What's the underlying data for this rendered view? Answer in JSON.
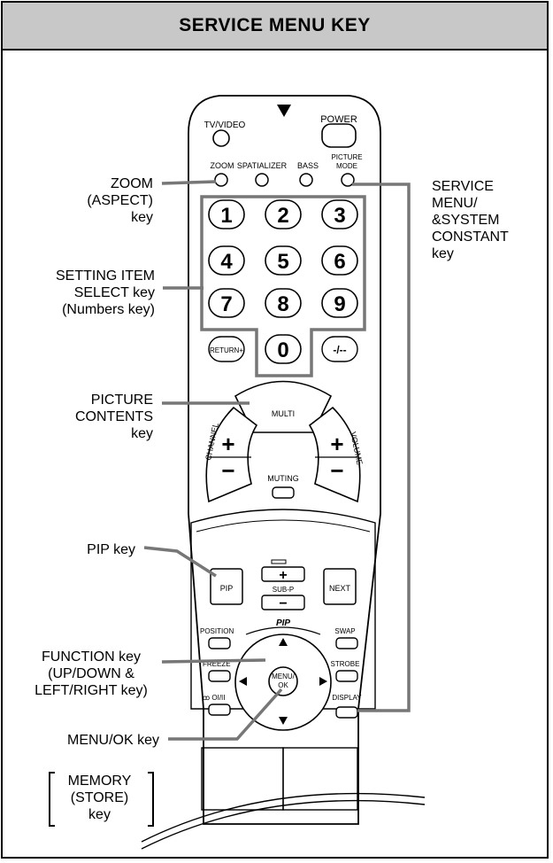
{
  "header": {
    "title": "SERVICE MENU KEY"
  },
  "callouts": {
    "zoom": "ZOOM\n(ASPECT)\nkey",
    "service_menu": "SERVICE\nMENU/\n&SYSTEM\nCONSTANT\nkey",
    "setting_item": "SETTING ITEM\nSELECT key\n(Numbers key)",
    "picture_contents": "PICTURE\nCONTENTS\nkey",
    "pip": "PIP key",
    "function": "FUNCTION key\n(UP/DOWN &\nLEFT/RIGHT key)",
    "menu_ok": "MENU/OK key",
    "memory": "MEMORY\n(STORE)\nkey"
  },
  "remote": {
    "tv_video": "TV/VIDEO",
    "power": "POWER",
    "zoom": "ZOOM",
    "spatializer": "SPATIALIZER",
    "bass": "BASS",
    "picture_mode_1": "PICTURE",
    "picture_mode_2": "MODE",
    "num1": "1",
    "num2": "2",
    "num3": "3",
    "num4": "4",
    "num5": "5",
    "num6": "6",
    "num7": "7",
    "num8": "8",
    "num9": "9",
    "num0": "0",
    "return": "RETURN+",
    "dash": "-/--",
    "multi": "MULTI",
    "channel": "CHANNEL",
    "volume": "VOLUME",
    "plus": "+",
    "minus": "−",
    "muting": "MUTING",
    "pip": "PIP",
    "sub_p": "SUB-P",
    "next": "NEXT",
    "position": "POSITION",
    "pip_ring": "PIP",
    "swap": "SWAP",
    "freeze": "FREEZE",
    "strobe": "STROBE",
    "menu_ok_1": "MENU/",
    "menu_ok_2": "OK",
    "sound": "ꝏ OI/II",
    "display": "DISPLAY"
  }
}
